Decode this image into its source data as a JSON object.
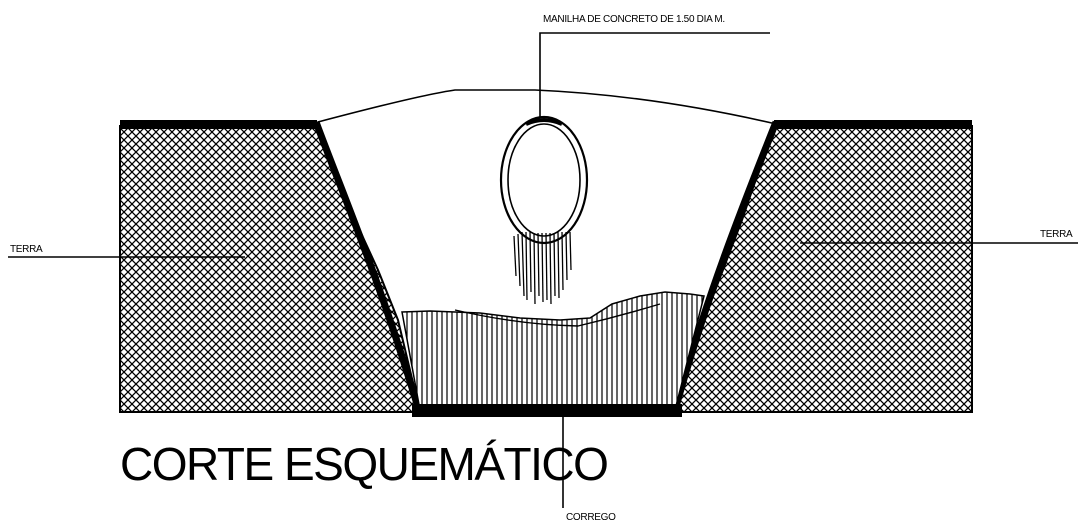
{
  "diagram": {
    "title": "CORTE ESQUEMÁTICO",
    "labels": {
      "top": "MANILHA DE CONCRETO DE 1.50 DIA M.",
      "left": "TERRA",
      "right": "TERRA",
      "bottom": "CORREGO"
    },
    "colors": {
      "ink": "#000000",
      "background": "#ffffff"
    }
  }
}
